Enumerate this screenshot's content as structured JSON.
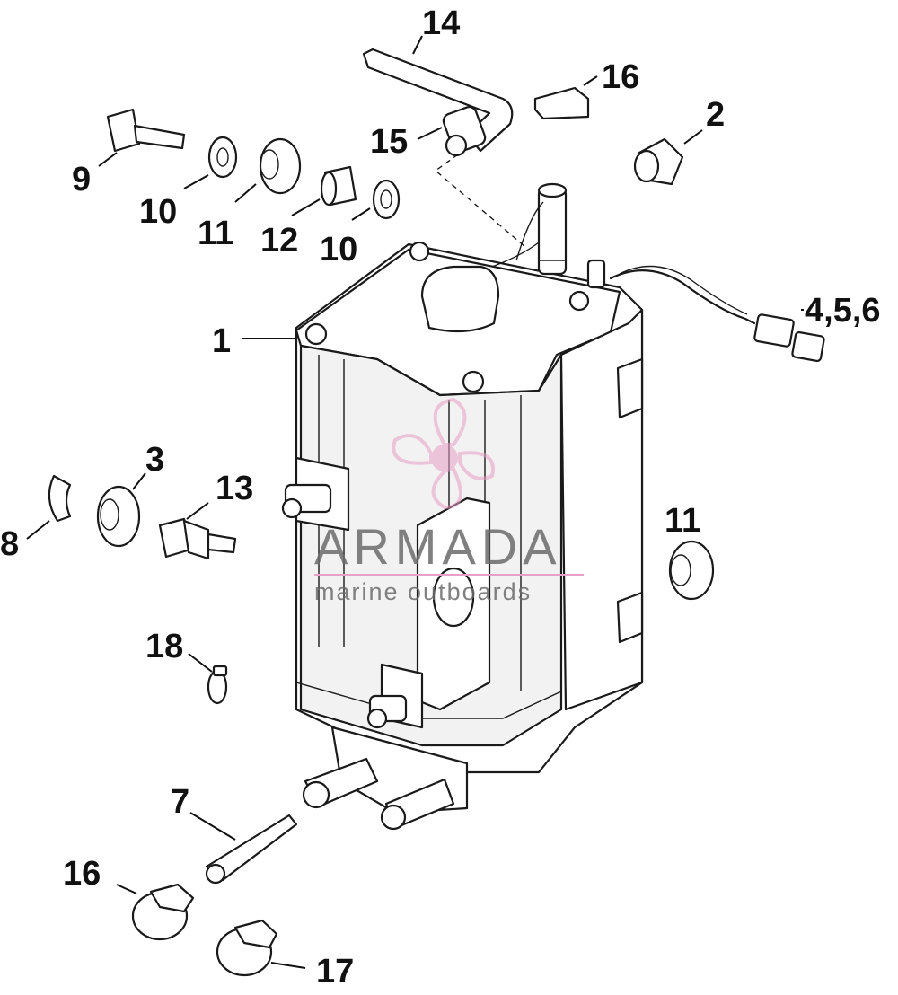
{
  "watermark": {
    "brand": "ARMADA",
    "tagline": "marine outboards",
    "accent_color": "#e8a0c8"
  },
  "callouts": {
    "c1": "1",
    "c2": "2",
    "c3": "3",
    "c456": "4,5,6",
    "c7": "7",
    "c8": "8",
    "c9": "9",
    "c10a": "10",
    "c10b": "10",
    "c11a": "11",
    "c11b": "11",
    "c12": "12",
    "c13": "13",
    "c14": "14",
    "c15": "15",
    "c16a": "16",
    "c16b": "16",
    "c17": "17",
    "c18": "18"
  }
}
